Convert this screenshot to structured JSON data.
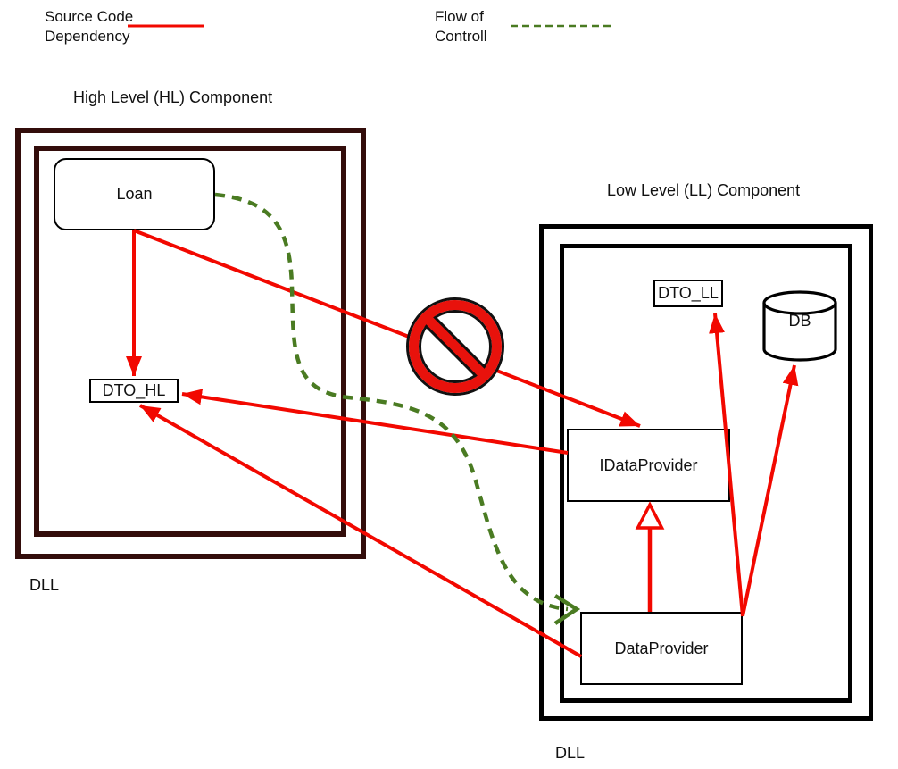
{
  "diagram": {
    "legend": {
      "dependency_label": "Source Code Dependency",
      "flow_label": "Flow of Controll"
    },
    "hl": {
      "title": "High Level (HL) Component",
      "dll": "DLL",
      "loan": "Loan",
      "dto_hl": "DTO_HL"
    },
    "ll": {
      "title": "Low Level (LL) Component",
      "dll": "DLL",
      "dto_ll": "DTO_LL",
      "db": "DB",
      "idataprovider": "IDataProvider",
      "dataprovider": "DataProvider"
    },
    "colors": {
      "dependency_red": "#f20800",
      "flow_green": "#4a7b22",
      "hl_border_maroon": "#330d0b",
      "box_border_black": "#000000",
      "prohibition_red": "#e8120c"
    }
  }
}
